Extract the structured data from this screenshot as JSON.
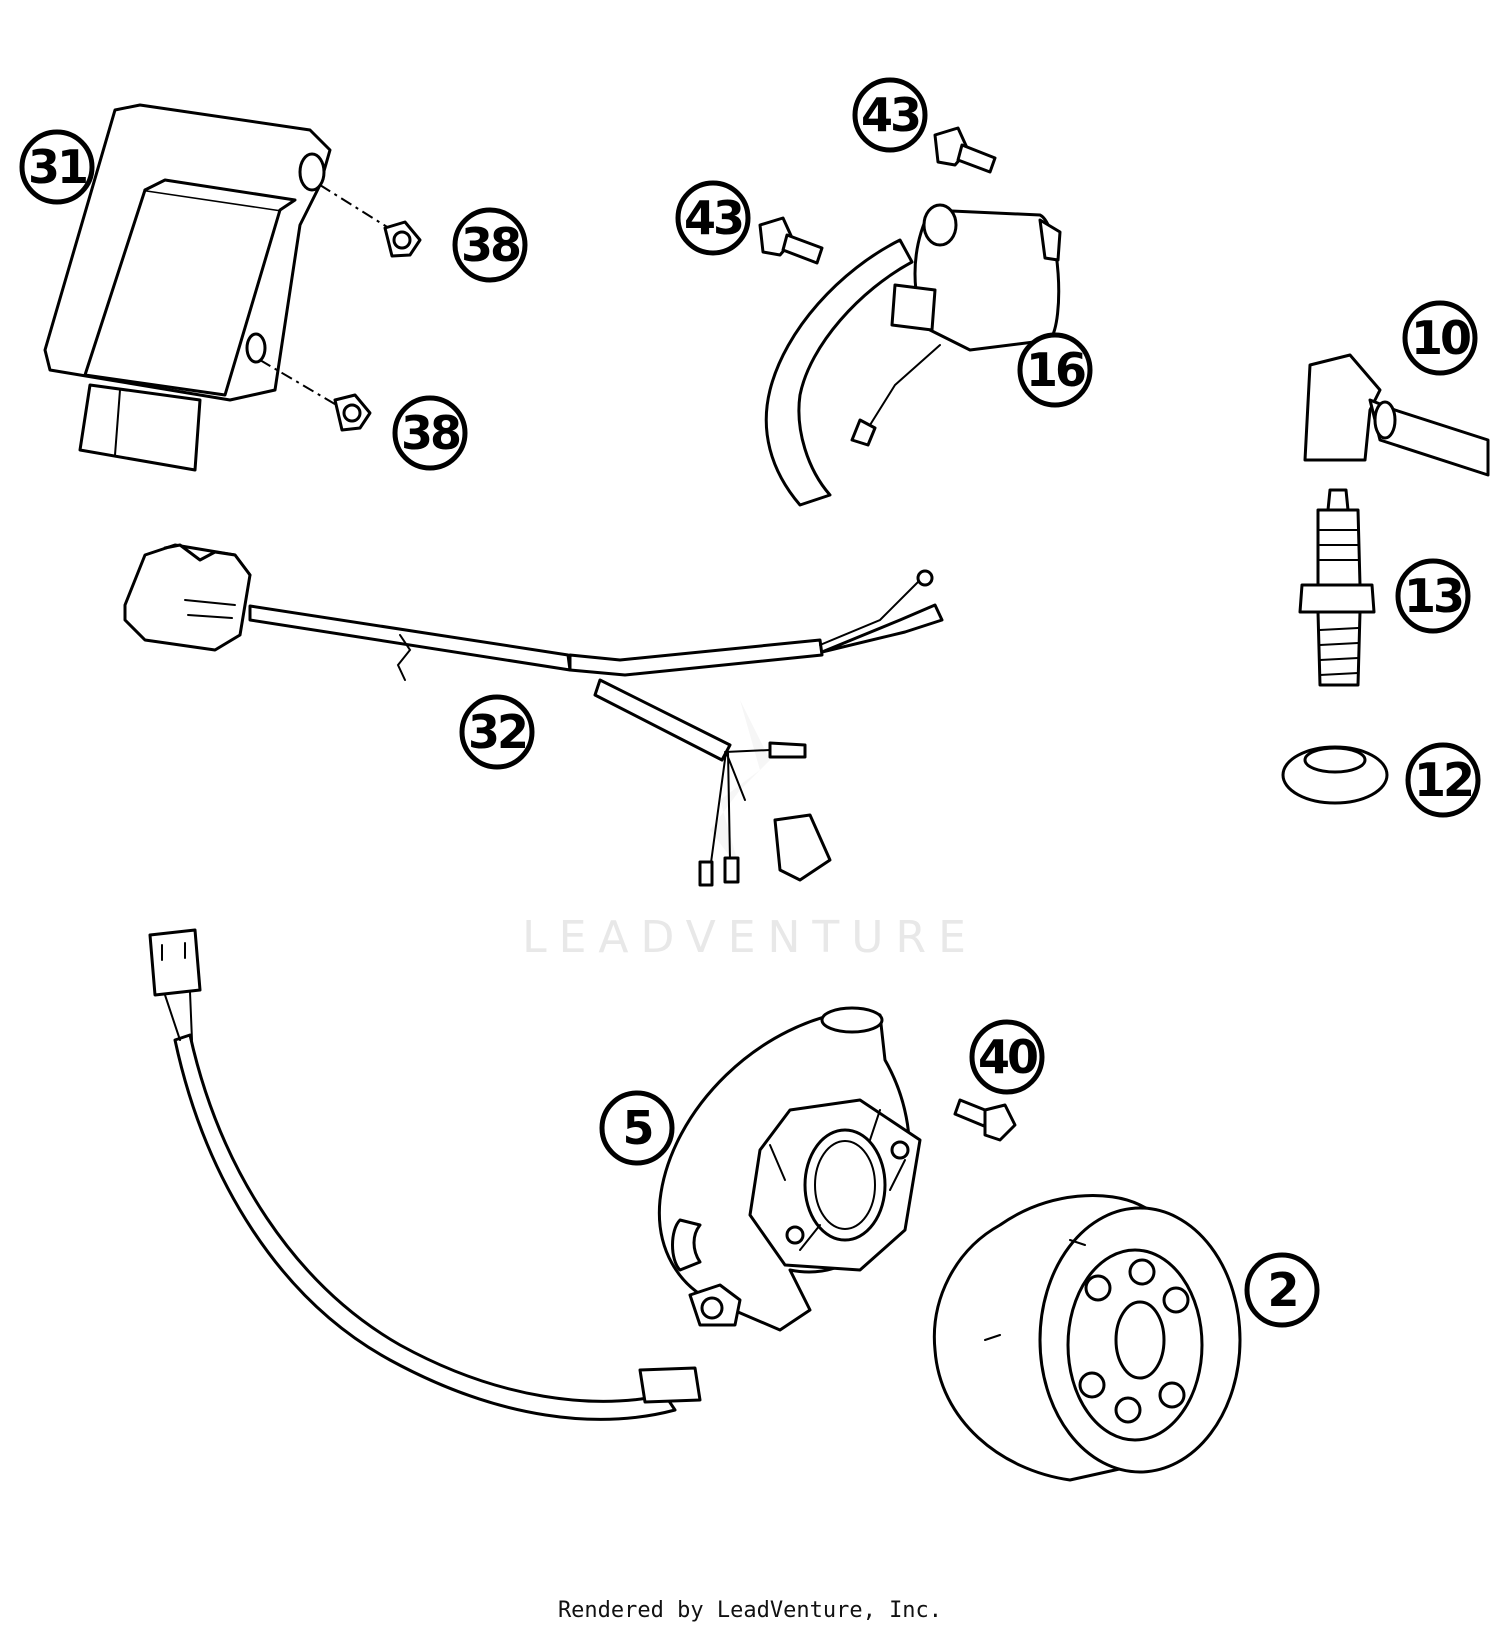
{
  "watermark": "LEADVENTURE",
  "footer": "Rendered by LeadVenture, Inc.",
  "callouts": [
    "31",
    "38",
    "38",
    "43",
    "43",
    "16",
    "10",
    "13",
    "12",
    "32",
    "40",
    "5",
    "2"
  ]
}
